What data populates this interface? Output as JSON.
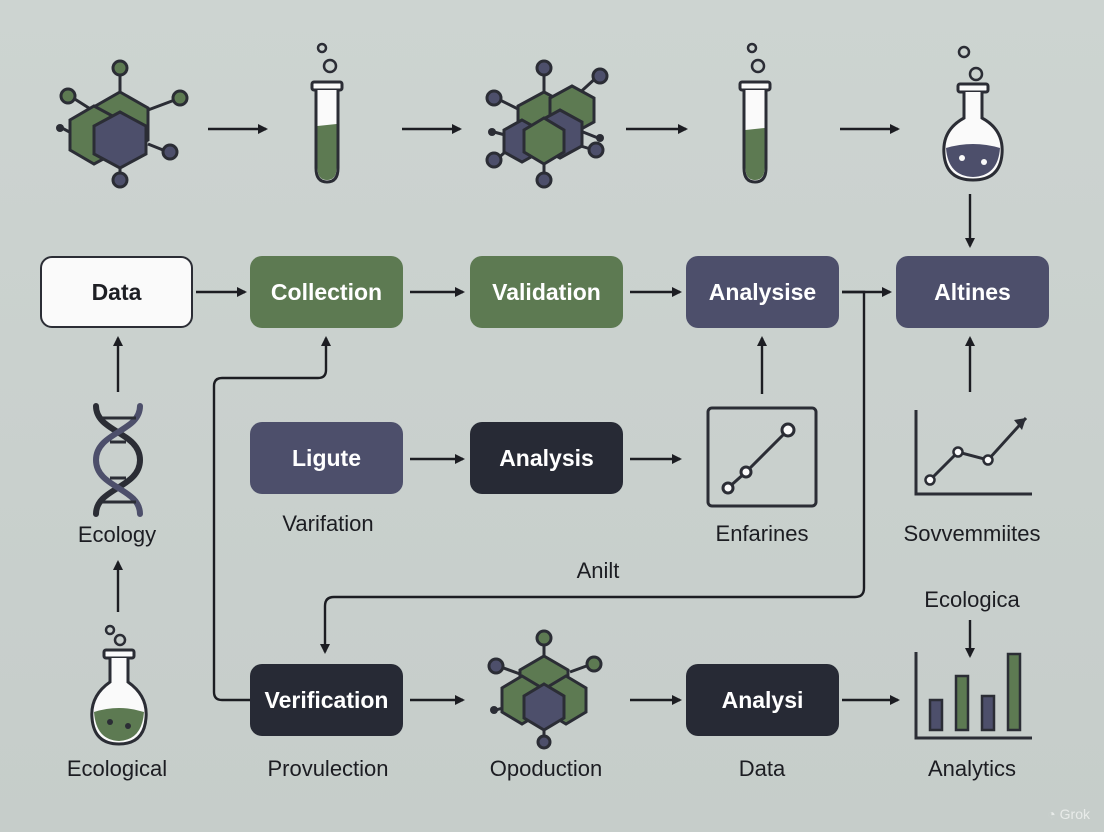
{
  "boxes": {
    "data": "Data",
    "collection": "Collection",
    "validation": "Validation",
    "analysise": "Analysise",
    "altines": "Altines",
    "ligute": "Ligute",
    "analysis_mid": "Analysis",
    "verification": "Verification",
    "analysi": "Analysi"
  },
  "captions": {
    "ecology": "Ecology",
    "varifation": "Varifation",
    "enfarines": "Enfarines",
    "sovvemmiites": "Sovvemmiites",
    "anilt": "Anilt",
    "ecologica": "Ecologica",
    "ecological": "Ecological",
    "provulection": "Provulection",
    "opoduction": "Opoduction",
    "data_bottom": "Data",
    "analytics": "Analytics"
  },
  "watermark": "Grok",
  "icons": [
    "molecule-icon",
    "test-tube-icon",
    "molecule-icon",
    "test-tube-icon",
    "flask-icon",
    "dna-icon",
    "flask-icon",
    "line-graph-icon",
    "trend-chart-icon",
    "molecule-icon",
    "bar-chart-icon"
  ],
  "colors": {
    "green": "#5d7a52",
    "slate": "#4d4f6b",
    "dark": "#272a35",
    "line": "#1c1d22",
    "background": "#c9d0cd"
  }
}
